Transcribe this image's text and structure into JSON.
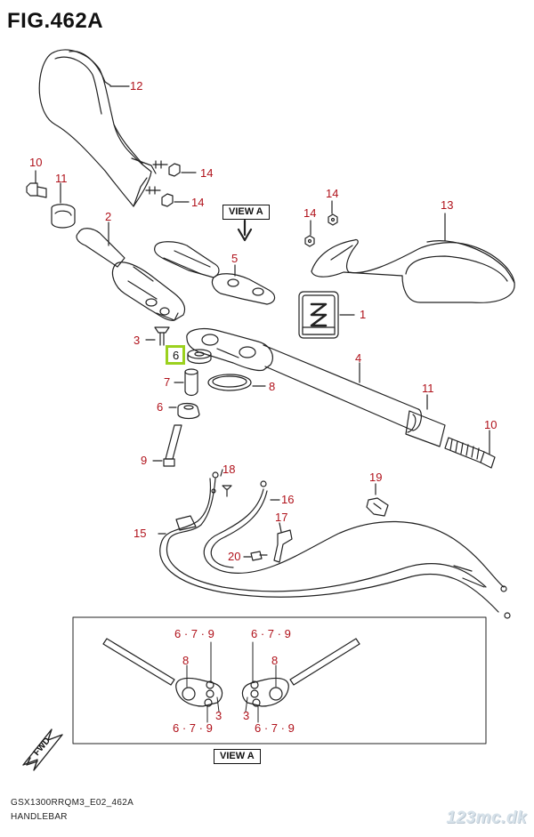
{
  "figure": {
    "title": "FIG.462A",
    "view_label_top": "VIEW A",
    "view_label_bottom": "VIEW A",
    "fwd_label": "FWD",
    "model_code": "GSX1300RRQM3_E02_462A",
    "section_name": "HANDLEBAR",
    "watermark": "123mc.dk"
  },
  "callouts": {
    "c12": "12",
    "c10a": "10",
    "c11a": "11",
    "c14a": "14",
    "c14b": "14",
    "c14c": "14",
    "c14d": "14",
    "c13": "13",
    "c2": "2",
    "c5": "5",
    "c1": "1",
    "c3": "3",
    "c6a": "6",
    "c7": "7",
    "c6b": "6",
    "c8": "8",
    "c4": "4",
    "c11b": "11",
    "c10b": "10",
    "c9": "9",
    "c18": "18",
    "c16": "16",
    "c19": "19",
    "c17": "17",
    "c15": "15",
    "c20": "20",
    "v_top_left": "6 · 7 · 9",
    "v_top_right": "6 · 7 · 9",
    "v_8_left": "8",
    "v_8_right": "8",
    "v_3_left": "3",
    "v_3_right": "3",
    "v_bot_left": "6 · 7 · 9",
    "v_bot_right": "6 · 7 · 9"
  },
  "colors": {
    "callout": "#b0121b",
    "highlight": "#9bd11e",
    "line": "#222222"
  }
}
